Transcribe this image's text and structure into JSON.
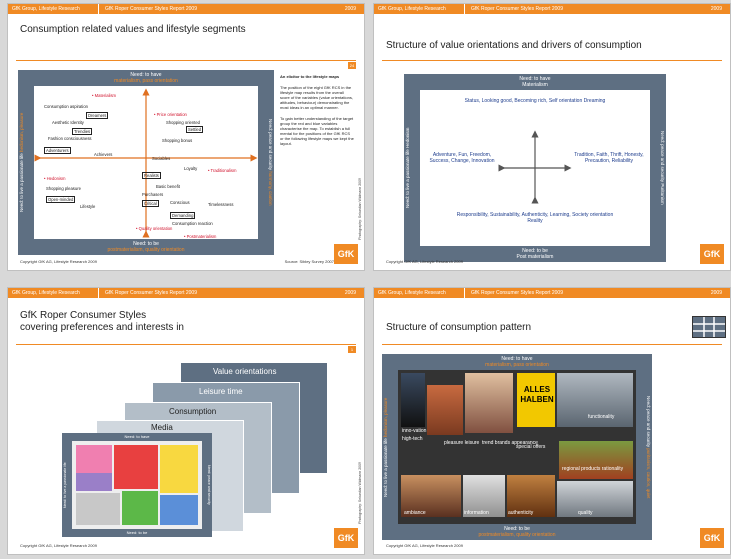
{
  "common": {
    "topbar_left": "GfK Group, Lifestyle Research",
    "topbar_mid": "GfK Roper Consumer Styles Report 2009",
    "topbar_year": "2009",
    "copyright": "Copyright GfK AG, Lifestyle Research 2009",
    "logo": "GfK",
    "side_note": "Photography: Sebastian Widmann 2009"
  },
  "slide1": {
    "title": "Consumption related values and lifestyle segments",
    "page_no": "24",
    "top_label_1": "Need: to have",
    "top_label_2": "materialism, pass orientation",
    "bottom_label_1": "Need: to be",
    "bottom_label_2": "postmaterialism, quality orientation",
    "left_label_1": "Need: to live a passionate life",
    "left_label_2": "hedonism, pleasure",
    "right_label_1": "Need: peace and security",
    "right_label_2": "harmony, caution",
    "source": "Source: Sibley Survey 2007",
    "side_title": "An elicitor to the lifestyle maps",
    "side_para_1": "The position of the eight GfK RCS in the lifestyle map results from the overall score of the variables (value orientations, attitudes, behaviour) demonstrating the most ideas in an optimal manner.",
    "side_para_2": "To gain better understanding of the target group the red and blue variables characterise the map. To establish a full mental for the positions of the GfK RCS or the following lifestyle maps we kept the layout.",
    "points": [
      {
        "text": "Materialism",
        "cls": "red"
      },
      {
        "text": "Consumption aspiration",
        "cls": ""
      },
      {
        "text": "Aesthetic Identity",
        "cls": ""
      },
      {
        "text": "Trendies",
        "cls": "box"
      },
      {
        "text": "Fashion consciousness",
        "cls": ""
      },
      {
        "text": "Adventurers",
        "cls": "box"
      },
      {
        "text": "Achievers",
        "cls": ""
      },
      {
        "text": "Dreamers",
        "cls": "box"
      },
      {
        "text": "Price orientation",
        "cls": "red"
      },
      {
        "text": "Shopping oriented",
        "cls": ""
      },
      {
        "text": "Settled",
        "cls": "box"
      },
      {
        "text": "Shopping bonus",
        "cls": ""
      },
      {
        "text": "Sociables",
        "cls": ""
      },
      {
        "text": "Hedonism",
        "cls": "red"
      },
      {
        "text": "Shopping pleasure",
        "cls": ""
      },
      {
        "text": "Open-minded",
        "cls": "box"
      },
      {
        "text": "Lifestyle",
        "cls": ""
      },
      {
        "text": "Loyalty",
        "cls": ""
      },
      {
        "text": "Traditionalism",
        "cls": "red"
      },
      {
        "text": "Realists",
        "cls": "box"
      },
      {
        "text": "Basic benefit",
        "cls": ""
      },
      {
        "text": "Purchasers",
        "cls": ""
      },
      {
        "text": "Critical",
        "cls": "box"
      },
      {
        "text": "Conscious",
        "cls": ""
      },
      {
        "text": "Timelessness",
        "cls": ""
      },
      {
        "text": "Demanding",
        "cls": "box"
      },
      {
        "text": "Consumption reaction",
        "cls": ""
      },
      {
        "text": "Quality orientation",
        "cls": "red"
      },
      {
        "text": "Postmaterialism",
        "cls": "red"
      }
    ]
  },
  "slide2": {
    "title": "Structure of value orientations and drivers of consumption",
    "top_1": "Need: to have",
    "top_2": "Materialism",
    "bottom_1": "Need: to be",
    "bottom_2": "Post materialism",
    "left_1": "Need: to live a passionate life",
    "left_2": "Hedonism",
    "right_1": "Need: peace and security",
    "right_2": "Puritanism",
    "north": "Status, Looking good, Becoming rich, Self orientation Dreaming",
    "west": "Adventure, Fun, Freedom, Success, Change, Innovation",
    "east": "Tradition, Faith, Thrift, Honesty, Precaution, Reliability",
    "south": "Responsibility, Sustainability, Authenticity, Learning, Society orientation Reality"
  },
  "slide3": {
    "title_1": "GfK Roper Consumer Styles",
    "title_2": "covering preferences and interests in",
    "cards": [
      "Value orientations",
      "Leisure time",
      "Consumption",
      "Media"
    ],
    "front_top": "Need: to have",
    "front_bottom": "Need: to be",
    "front_left": "Need: to live a passionate life",
    "front_right": "Need: peace and security"
  },
  "slide4": {
    "title": "Structure of consumption pattern",
    "top_1": "Need: to have",
    "top_2": "materialism, pass orientation",
    "bottom_1": "Need: to be",
    "bottom_2": "postmaterialism, quality orientation",
    "left_1": "Need: to live a passionate life",
    "left_2": "hedonism, pleasure",
    "right_1": "Need: peace and security",
    "right_2": "puritanism, caution, quiet",
    "photo_labels": [
      "inno-vation",
      "high-tech",
      "pleasure leisure",
      "trend brands appearance",
      "special offers",
      "functionality",
      "regional products rationality",
      "ambiance",
      "information",
      "authenticity",
      "quality"
    ],
    "sale_sign": "ALLES HALBEN"
  }
}
